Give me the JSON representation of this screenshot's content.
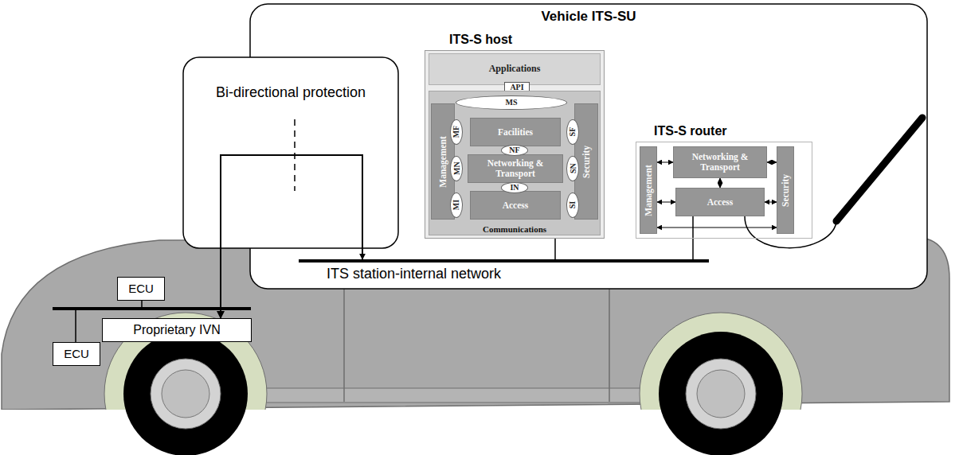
{
  "diagram": {
    "nodes": [
      {
        "text": [
          "Vehicle ITS-SU"
        ]
      },
      {
        "text": [
          "Bi-directional protection"
        ]
      },
      {
        "text": [
          "ITS-S host"
        ],
        "in": 0
      },
      {
        "text": [
          "Applications"
        ],
        "in": 2
      },
      {
        "text": [
          "API"
        ],
        "in": 2
      },
      {
        "text": [
          "Communications"
        ],
        "in": 2
      },
      {
        "text": [
          "MS"
        ],
        "in": 2
      },
      {
        "text": [
          "Management"
        ],
        "in": 5
      },
      {
        "text": [
          "Facilities"
        ],
        "in": 5
      },
      {
        "text": [
          "Networking & Transport"
        ],
        "in": 5
      },
      {
        "text": [
          "Access"
        ],
        "in": 5
      },
      {
        "text": [
          "Security"
        ],
        "in": 5
      },
      {
        "text": [
          "MF"
        ],
        "in": 5
      },
      {
        "text": [
          "NF"
        ],
        "in": 5
      },
      {
        "text": [
          "MN"
        ],
        "in": 5
      },
      {
        "text": [
          "IN"
        ],
        "in": 5
      },
      {
        "text": [
          "MI"
        ],
        "in": 5
      },
      {
        "text": [
          "SF"
        ],
        "in": 5
      },
      {
        "text": [
          "SN"
        ],
        "in": 5
      },
      {
        "text": [
          "SI"
        ],
        "in": 5
      },
      {
        "text": [
          "ITS-S router"
        ],
        "in": 0
      },
      {
        "text": [
          "Management"
        ],
        "in": 20
      },
      {
        "text": [
          "Networking & Transport"
        ],
        "in": 20
      },
      {
        "text": [
          "Access"
        ],
        "in": 20
      },
      {
        "text": [
          "Security"
        ],
        "in": 20
      },
      {
        "text": [
          "ECU"
        ]
      },
      {
        "text": [
          "Proprietary IVN"
        ]
      },
      {
        "text": [
          "ECU"
        ]
      }
    ],
    "edges": [
      {
        "from": 1,
        "to": 26,
        "arrow": "to"
      },
      {
        "from": 21,
        "to": 22,
        "arrow": "both"
      },
      {
        "from": 21,
        "to": 23,
        "arrow": "both"
      },
      {
        "from": 22,
        "to": 23,
        "arrow": "both"
      },
      {
        "from": 22,
        "to": 24,
        "arrow": "both"
      },
      {
        "from": 23,
        "to": 24,
        "arrow": "both"
      },
      {
        "from": 21,
        "to": 24,
        "arrow": "both"
      }
    ],
    "labels": [
      "ITS station-internal network"
    ]
  }
}
